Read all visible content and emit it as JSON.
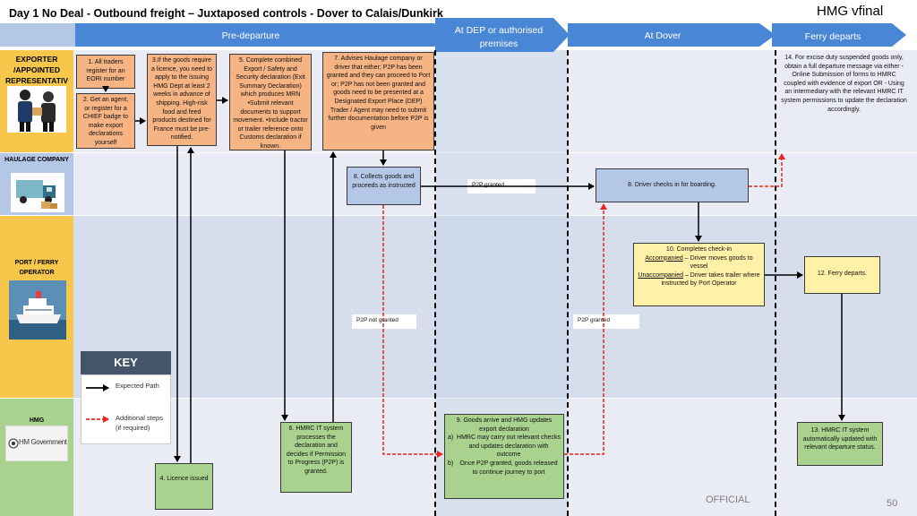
{
  "header": {
    "title": "Day 1 No Deal - Outbound freight – Juxtaposed controls - Dover to Calais/Dunkirk",
    "brand": "HMG vfinal"
  },
  "phases": [
    {
      "label": "Pre-departure"
    },
    {
      "label": "At DEP or authorised premises"
    },
    {
      "label": "At Dover"
    },
    {
      "label": "Ferry departs"
    }
  ],
  "lanes": {
    "exporter": "EXPORTER /APPOINTED REPRESENTATIV E",
    "haulage": "HAULAGE COMPANY",
    "port": "PORT / FERRY OPERATOR",
    "hmg": "HMG",
    "hmg_logo": "HM Government"
  },
  "steps": {
    "s1": "1. All traders register for an EORI number",
    "s2": "2. Get an agent, or register for a CHIEF badge to make export declarations yourself",
    "s3": "3.If the goods require a licence, you need to apply to the issuing HMG Dept at least 2 weeks in advance of shipping. High-risk food and feed products destined for France must be pre-notified.",
    "s4": "4. Licence issued",
    "s5": "5. Complete combined Export / Safety and Security declaration (Exit Summary Declaration) which produces MRN •Submit relevant documents to support movement. •Include tractor or trailer reference onto Customs declaration if known.",
    "s6": "6. HMRC IT system processes the declaration and decides if Permission to Progress (P2P) is granted.",
    "s7": "7. Advises Haulage company or driver that either; P2P has been granted and they can proceed to Port or; P2P has not been granted and goods need to be presented at a Designated Export Place (DEP) Trader / Agent may need to submit further documentation before P2P is given",
    "s8": "8. Collects goods and proceeds as instructed",
    "s8b": "8. Driver checks in for boarding.",
    "s9_head": "9. Goods arrive and HMG updates export declaration",
    "s9_a_mark": "a)",
    "s9_a": "HMRC may carry out relevant checks and updates declaration with outcome",
    "s9_b_mark": "b)",
    "s9_b": "Once P2P granted, goods released to continue journey to port",
    "s10_head": "10. Completes check-in",
    "s10_acc": "Accompanied",
    "s10_acc_text": " – Driver moves goods to vessel",
    "s10_unacc": "Unaccompanied",
    "s10_unacc_text": " – Driver takes trailer where instructed by Port Operator",
    "s12": "12. Ferry departs.",
    "s13": "13. HMRC IT system automatically updated with relevant departure status.",
    "s14": "14. For excise duty suspended goods only, obtain a full departure message via either - Online Submission of forms to HMRC coupled with evidence of export OR - Using an intermediary with the relevant HMRC IT system permissions to update the declaration accordingly."
  },
  "labels": {
    "p2p_granted_1": "P2P granted",
    "p2p_not_granted": "P2P not granted",
    "p2p_granted_2": "P2P granted"
  },
  "key": {
    "title": "KEY",
    "expected": "Expected Path",
    "additional": "Additional steps (if required)"
  },
  "footer": {
    "classification": "OFFICIAL",
    "page": "50"
  },
  "colors": {
    "phase_blue": "#4a86d6",
    "lane_label": "#f7c74b",
    "exporter_box": "#f6b383",
    "haulage_box": "#b4c7e7",
    "port_box": "#fff2a8",
    "hmg_box": "#a9d28e",
    "optional_path": "#e8251f"
  }
}
